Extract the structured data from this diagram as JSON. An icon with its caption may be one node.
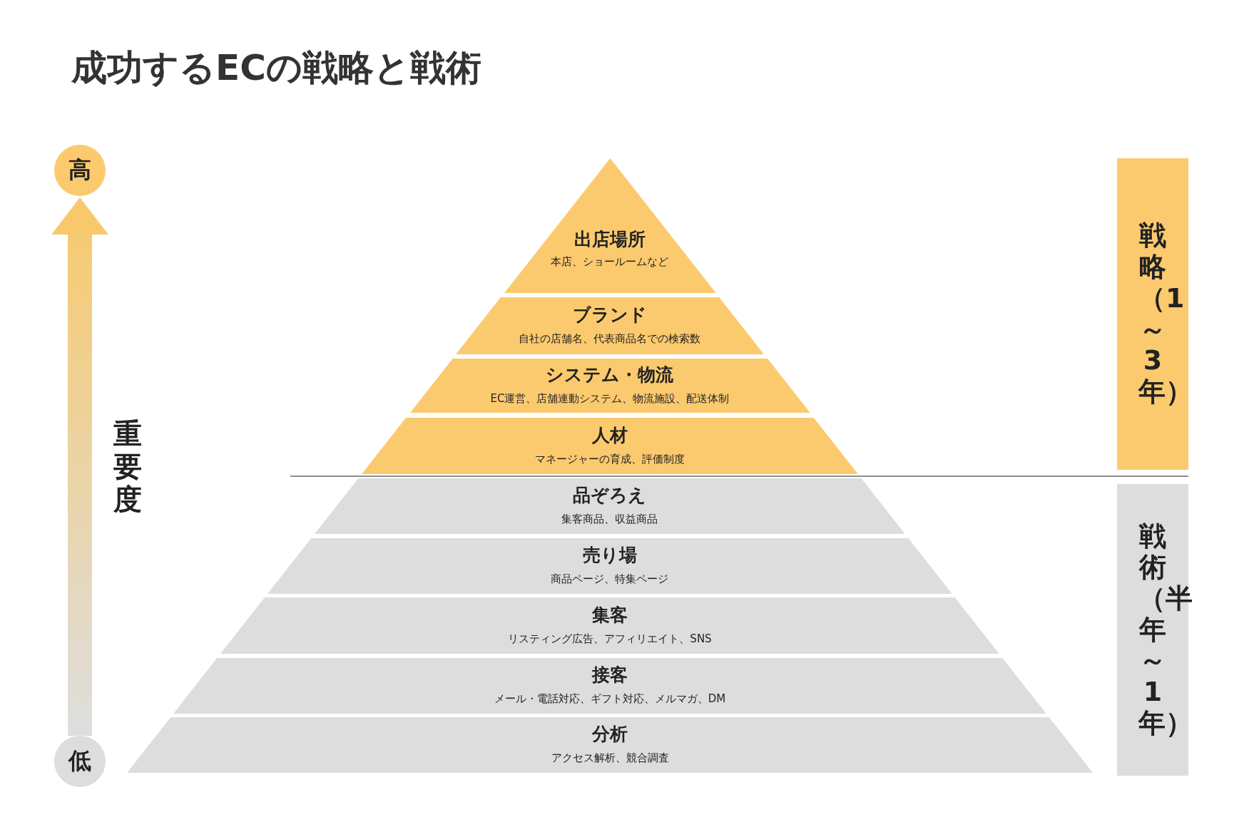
{
  "diagram": {
    "title": "成功するECの戦略と戦術",
    "nodes": [
      {
        "text": [
          "出店場所",
          "本店、ショールームなど"
        ]
      },
      {
        "text": [
          "ブランド",
          "自社の店舗名、代表商品名での検索数"
        ]
      },
      {
        "text": [
          "システム・物流",
          "EC運営、店舗連動システム、物流施設、配送体制"
        ]
      },
      {
        "text": [
          "人材",
          "マネージャーの育成、評価制度"
        ]
      },
      {
        "text": [
          "品ぞろえ",
          "集客商品、収益商品"
        ]
      },
      {
        "text": [
          "売り場",
          "商品ページ、特集ページ"
        ]
      },
      {
        "text": [
          "集客",
          "リスティング広告、アフィリエイト、SNS"
        ]
      },
      {
        "text": [
          "接客",
          "メール・電話対応、ギフト対応、メルマガ、DM"
        ]
      },
      {
        "text": [
          "分析",
          "アクセス解析、競合調査"
        ]
      },
      {
        "text": [
          "戦略（1～3年）"
        ]
      },
      {
        "text": [
          "戦術（半年～1年）"
        ]
      },
      {
        "text": [
          "高"
        ]
      },
      {
        "text": [
          "低"
        ]
      }
    ],
    "edges": [
      {
        "from": 12,
        "to": 11,
        "arrow": "to"
      }
    ],
    "labels": [
      "重要度"
    ]
  }
}
